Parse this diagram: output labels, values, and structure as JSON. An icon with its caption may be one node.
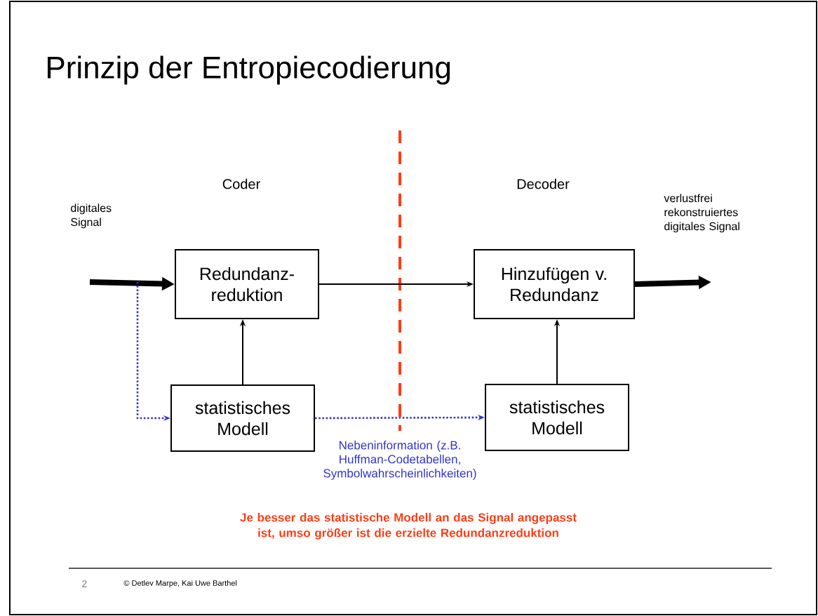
{
  "diagram": {
    "title": "Prinzip der Entropiecodierung",
    "nodes": [
      {
        "text": [
          "Redundanz- reduktion"
        ]
      },
      {
        "text": [
          "Hinzufügen v. Redundanz"
        ]
      },
      {
        "text": [
          "statistisches Modell"
        ]
      },
      {
        "text": [
          "statistisches Modell"
        ]
      }
    ],
    "edges": [
      {
        "from": null,
        "to": 0,
        "arrow": "to",
        "style": "thick"
      },
      {
        "from": 0,
        "to": 1,
        "arrow": "to"
      },
      {
        "from": 2,
        "to": 0,
        "arrow": "to"
      },
      {
        "from": 3,
        "to": 1,
        "arrow": "to"
      },
      {
        "from": 1,
        "to": null,
        "arrow": "to",
        "style": "thick"
      },
      {
        "from": null,
        "to": 2,
        "arrow": "to",
        "style": "dashed",
        "color": "#3333cc"
      },
      {
        "from": 2,
        "to": 3,
        "arrow": "to",
        "style": "dashed",
        "color": "#3333cc",
        "label": "Nebeninformation (z.B. Huffman-Codetabellen, Symbolwahrscheinlichkeiten)"
      }
    ],
    "labels": [
      "Coder",
      "Decoder",
      "digitales Signal",
      "verlustfrei rekonstruiertes digitales Signal",
      "Je besser das statistische Modell an das Signal angepasst ist, umso größer ist die erzielte Redundanzreduktion",
      "2",
      "© Detlev Marpe, Kai Uwe Barthel"
    ]
  }
}
